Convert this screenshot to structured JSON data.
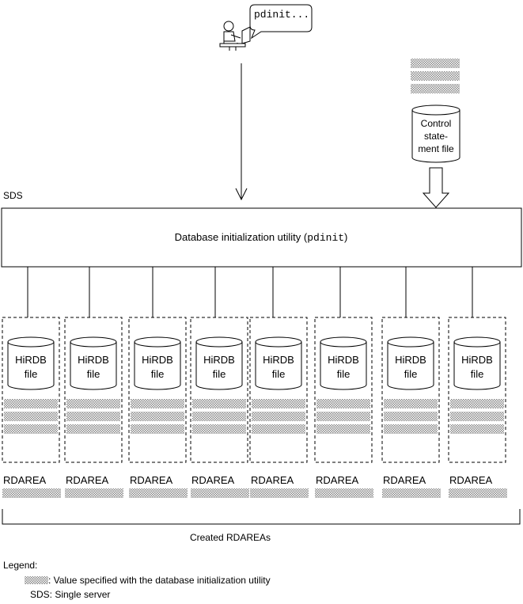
{
  "user": {
    "command": "pdinit..."
  },
  "control_file": {
    "name_lines": [
      "Control",
      "state-",
      "ment file"
    ],
    "masked_text_lines": 3
  },
  "server_label": "SDS",
  "utility": {
    "label": "Database initialization utility (",
    "command": "pdinit",
    "close": ")"
  },
  "rdareas": [
    {
      "file_label_1": "HiRDB",
      "file_label_2": "file",
      "label": "RDAREA"
    },
    {
      "file_label_1": "HiRDB",
      "file_label_2": "file",
      "label": "RDAREA"
    },
    {
      "file_label_1": "HiRDB",
      "file_label_2": "file",
      "label": "RDAREA"
    },
    {
      "file_label_1": "HiRDB",
      "file_label_2": "file",
      "label": "RDAREA"
    },
    {
      "file_label_1": "HiRDB",
      "file_label_2": "file",
      "label": "RDAREA"
    },
    {
      "file_label_1": "HiRDB",
      "file_label_2": "file",
      "label": "RDAREA"
    },
    {
      "file_label_1": "HiRDB",
      "file_label_2": "file",
      "label": "RDAREA"
    },
    {
      "file_label_1": "HiRDB",
      "file_label_2": "file",
      "label": "RDAREA"
    }
  ],
  "created_label": "Created RDAREAs",
  "legend": {
    "title": "Legend:",
    "value_item": ": Value specified with the database initialization utility",
    "sds_item": "SDS: Single server"
  },
  "colors": {
    "stroke": "#000000",
    "mask": "#9a9a9a",
    "background": "#ffffff"
  }
}
